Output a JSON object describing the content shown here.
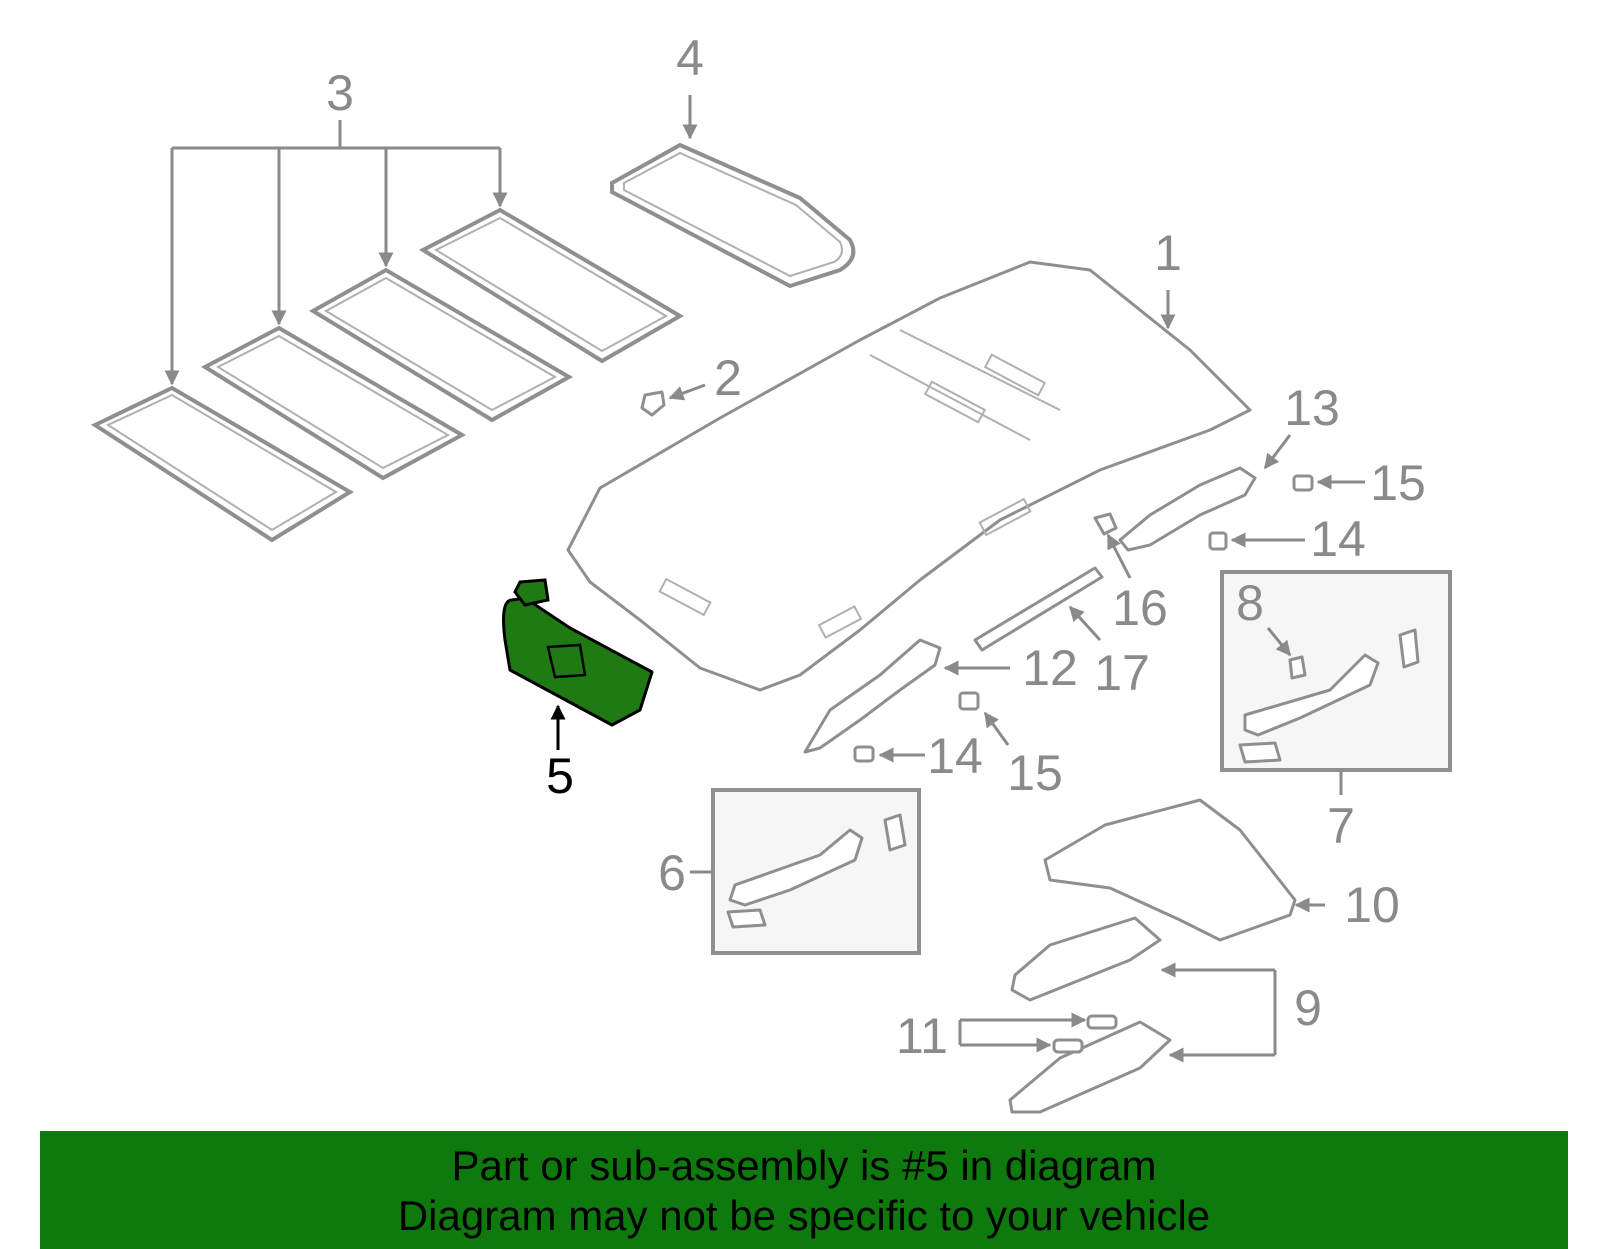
{
  "diagram": {
    "highlight_color": "#1f7a13",
    "callouts": {
      "c1": "1",
      "c2": "2",
      "c3": "3",
      "c4": "4",
      "c5": "5",
      "c6": "6",
      "c7": "7",
      "c8": "8",
      "c9": "9",
      "c10": "10",
      "c11": "11",
      "c12": "12",
      "c13": "13",
      "c14a": "14",
      "c14b": "14",
      "c15a": "15",
      "c15b": "15",
      "c16": "16",
      "c17": "17"
    }
  },
  "banner": {
    "line1": "Part or sub-assembly is #5 in diagram",
    "line2": "Diagram may not be specific to your vehicle",
    "background": "#0e7a0d"
  }
}
